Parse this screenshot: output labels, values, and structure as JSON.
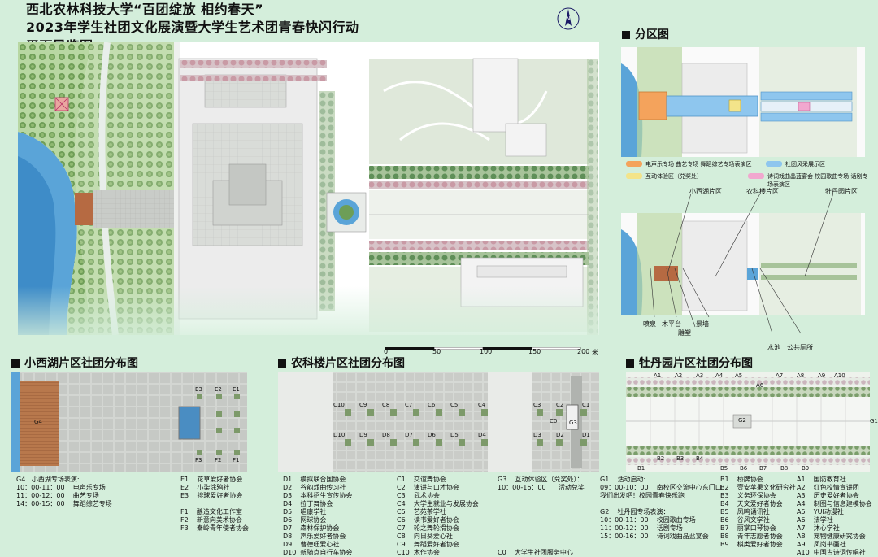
{
  "title": {
    "line1": "西北农林科技大学“百团绽放  相约春天”",
    "line2": "2023年学生社团文化展演暨大学生艺术团青春快闪行动",
    "line3": "平面导览图"
  },
  "north_arrow": "N",
  "scale_bar": {
    "ticks": [
      "0",
      "50",
      "100",
      "150",
      "200"
    ],
    "unit": "米"
  },
  "zone_map": {
    "title": "分区图",
    "legend": [
      {
        "color": "#f4a35c",
        "text": "电声乐专场  曲艺专场  舞蹈综艺专场表演区"
      },
      {
        "color": "#8ec6ee",
        "text": "社团风采展示区"
      },
      {
        "color": "#f3e48a",
        "text": "互动体验区（兑奖处）"
      },
      {
        "color": "#f1a8cf",
        "text": "诗词戏曲晶蓝宴会  校园歌曲专场  话剧专场表演区"
      }
    ],
    "zone_labels": [
      "小西湖片区",
      "农科楼片区",
      "牡丹园片区"
    ]
  },
  "facility_labels": [
    "喷泉",
    "木平台",
    "雕塑",
    "景墙",
    "水池",
    "公共厕所"
  ],
  "xixihu": {
    "title": "小西湖片区社团分布图",
    "map_codes": [
      "G4",
      "E3",
      "E2",
      "E1",
      "F3",
      "F2",
      "F1"
    ],
    "legend_col1": "G4   小西湖专场表演:\n10：00-11：00    电声乐专场\n11：00-12：00    曲艺专场\n14：00-15：00    舞蹈综艺专场",
    "legend_col2": "E1    花草爱好者协会\nE2    小柒涂鸦社\nE3    排球爱好者协会\n\nF1    酿造文化工作室\nF2    新意向美术协会\nF3    秦岭青年使者协会"
  },
  "nongke": {
    "title": "农科楼片区社团分布图",
    "map_codes": [
      "C10",
      "C9",
      "C8",
      "C7",
      "C6",
      "C5",
      "C4",
      "D10",
      "D9",
      "D8",
      "D7",
      "D6",
      "D5",
      "D4",
      "C3",
      "C2",
      "C1",
      "D3",
      "D2",
      "D1",
      "C0",
      "G3"
    ],
    "legend_col1": "D1    模拟联合国协会\nD2    谷韵戏曲传习社\nD3    本科招生宣传协会\nD4    拉丁舞协会\nD5    唱康学社\nD6    网球协会\nD7    森林保护协会\nD8    声乐爱好者协会\nD9    曹德旺爱心社\nD10  新骑点自行车协会",
    "legend_col2": "C1    交谊舞协会\nC2    演讲与口才协会\nC3    武术协会\nC4    大学生就业与发展协会\nC5    艺苑茶学社\nC6    读书爱好者协会\nC7    轮之舞轮滑协会\nC8    向日葵爱心社\nC9    舞蹈爱好者协会\nC10  木作协会",
    "legend_col3": "G3    互动体验区（兑奖处）：\n10：00-16：00      活动兑奖\n\n\n\n\n\n\n\nC0    大学生社团服务中心"
  },
  "mudan": {
    "title": "牡丹园片区社团分布图",
    "map_codes_top": [
      "A1",
      "A2",
      "A3",
      "A4",
      "A5",
      "A6",
      "A7",
      "A8",
      "A9",
      "A10"
    ],
    "map_codes_bottom": [
      "B1",
      "B2",
      "B3",
      "B4",
      "B5",
      "B6",
      "B7",
      "B8",
      "B9"
    ],
    "map_codes_other": [
      "G2",
      "G1"
    ],
    "legend_col1": "G1    活动启动:\n09：00-10：00    南校区交流中心东门口\n我们出发吧！校园青春快乐跑\n\nG2    牡丹园专场表演：\n10：00-11：00    校园歌曲专场\n11：00-12：00    话剧专场\n15：00-16：00    诗词戏曲晶蓝宴会",
    "legend_col2": "B1    桥牌协会\nB2    壹安苹果文化研究社\nB3    义务环保协会\nB4    天文爱好者协会\nB5    凤鸣诵讯社\nB6    谷风文学社\nB7    丽掌口琴协会\nB8    青年志愿者协会\nB9    棋类爱好者协会",
    "legend_col3": "A1    国防教育社\nA2    红色校情宣讲团\nA3    历史爱好者协会\nA4    制图与信息建模协会\nA5    YUI动漫社\nA6    法学社\nA7    沐心学社\nA8    宠物健康研究协会\nA9    凤岗书画社\nA10  中国古诗词传唱社"
  }
}
